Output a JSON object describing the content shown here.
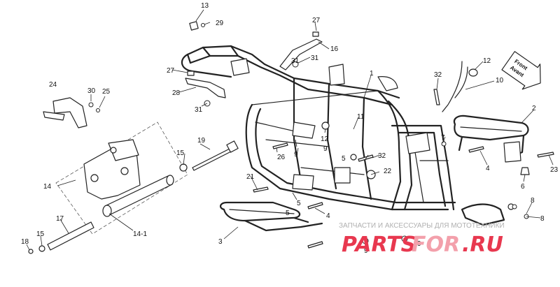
{
  "diagram": {
    "callouts": [
      "13",
      "29",
      "27",
      "16",
      "31",
      "1",
      "12",
      "10",
      "32",
      "2",
      "24",
      "30",
      "25",
      "28",
      "31",
      "11",
      "12",
      "9",
      "26",
      "9",
      "5",
      "32",
      "7",
      "4",
      "23",
      "19",
      "15",
      "14",
      "22",
      "21",
      "5",
      "4",
      "6",
      "17",
      "15",
      "14-1",
      "18",
      "3",
      "8",
      "9",
      "9",
      "8",
      "5",
      "27",
      "31"
    ],
    "front_label_line1": "Front",
    "front_label_line2": "Avant"
  },
  "watermark": {
    "caption": "ЗАПЧАСТИ И АКСЕССУАРЫ ДЛЯ МОТОТЕХНИКИ",
    "logo_part1": "PARTS",
    "logo_part2": "FOR",
    "logo_part3": ".RU",
    "logo_color": "#e8384f",
    "logo_color_alt": "#f3a0ab"
  }
}
